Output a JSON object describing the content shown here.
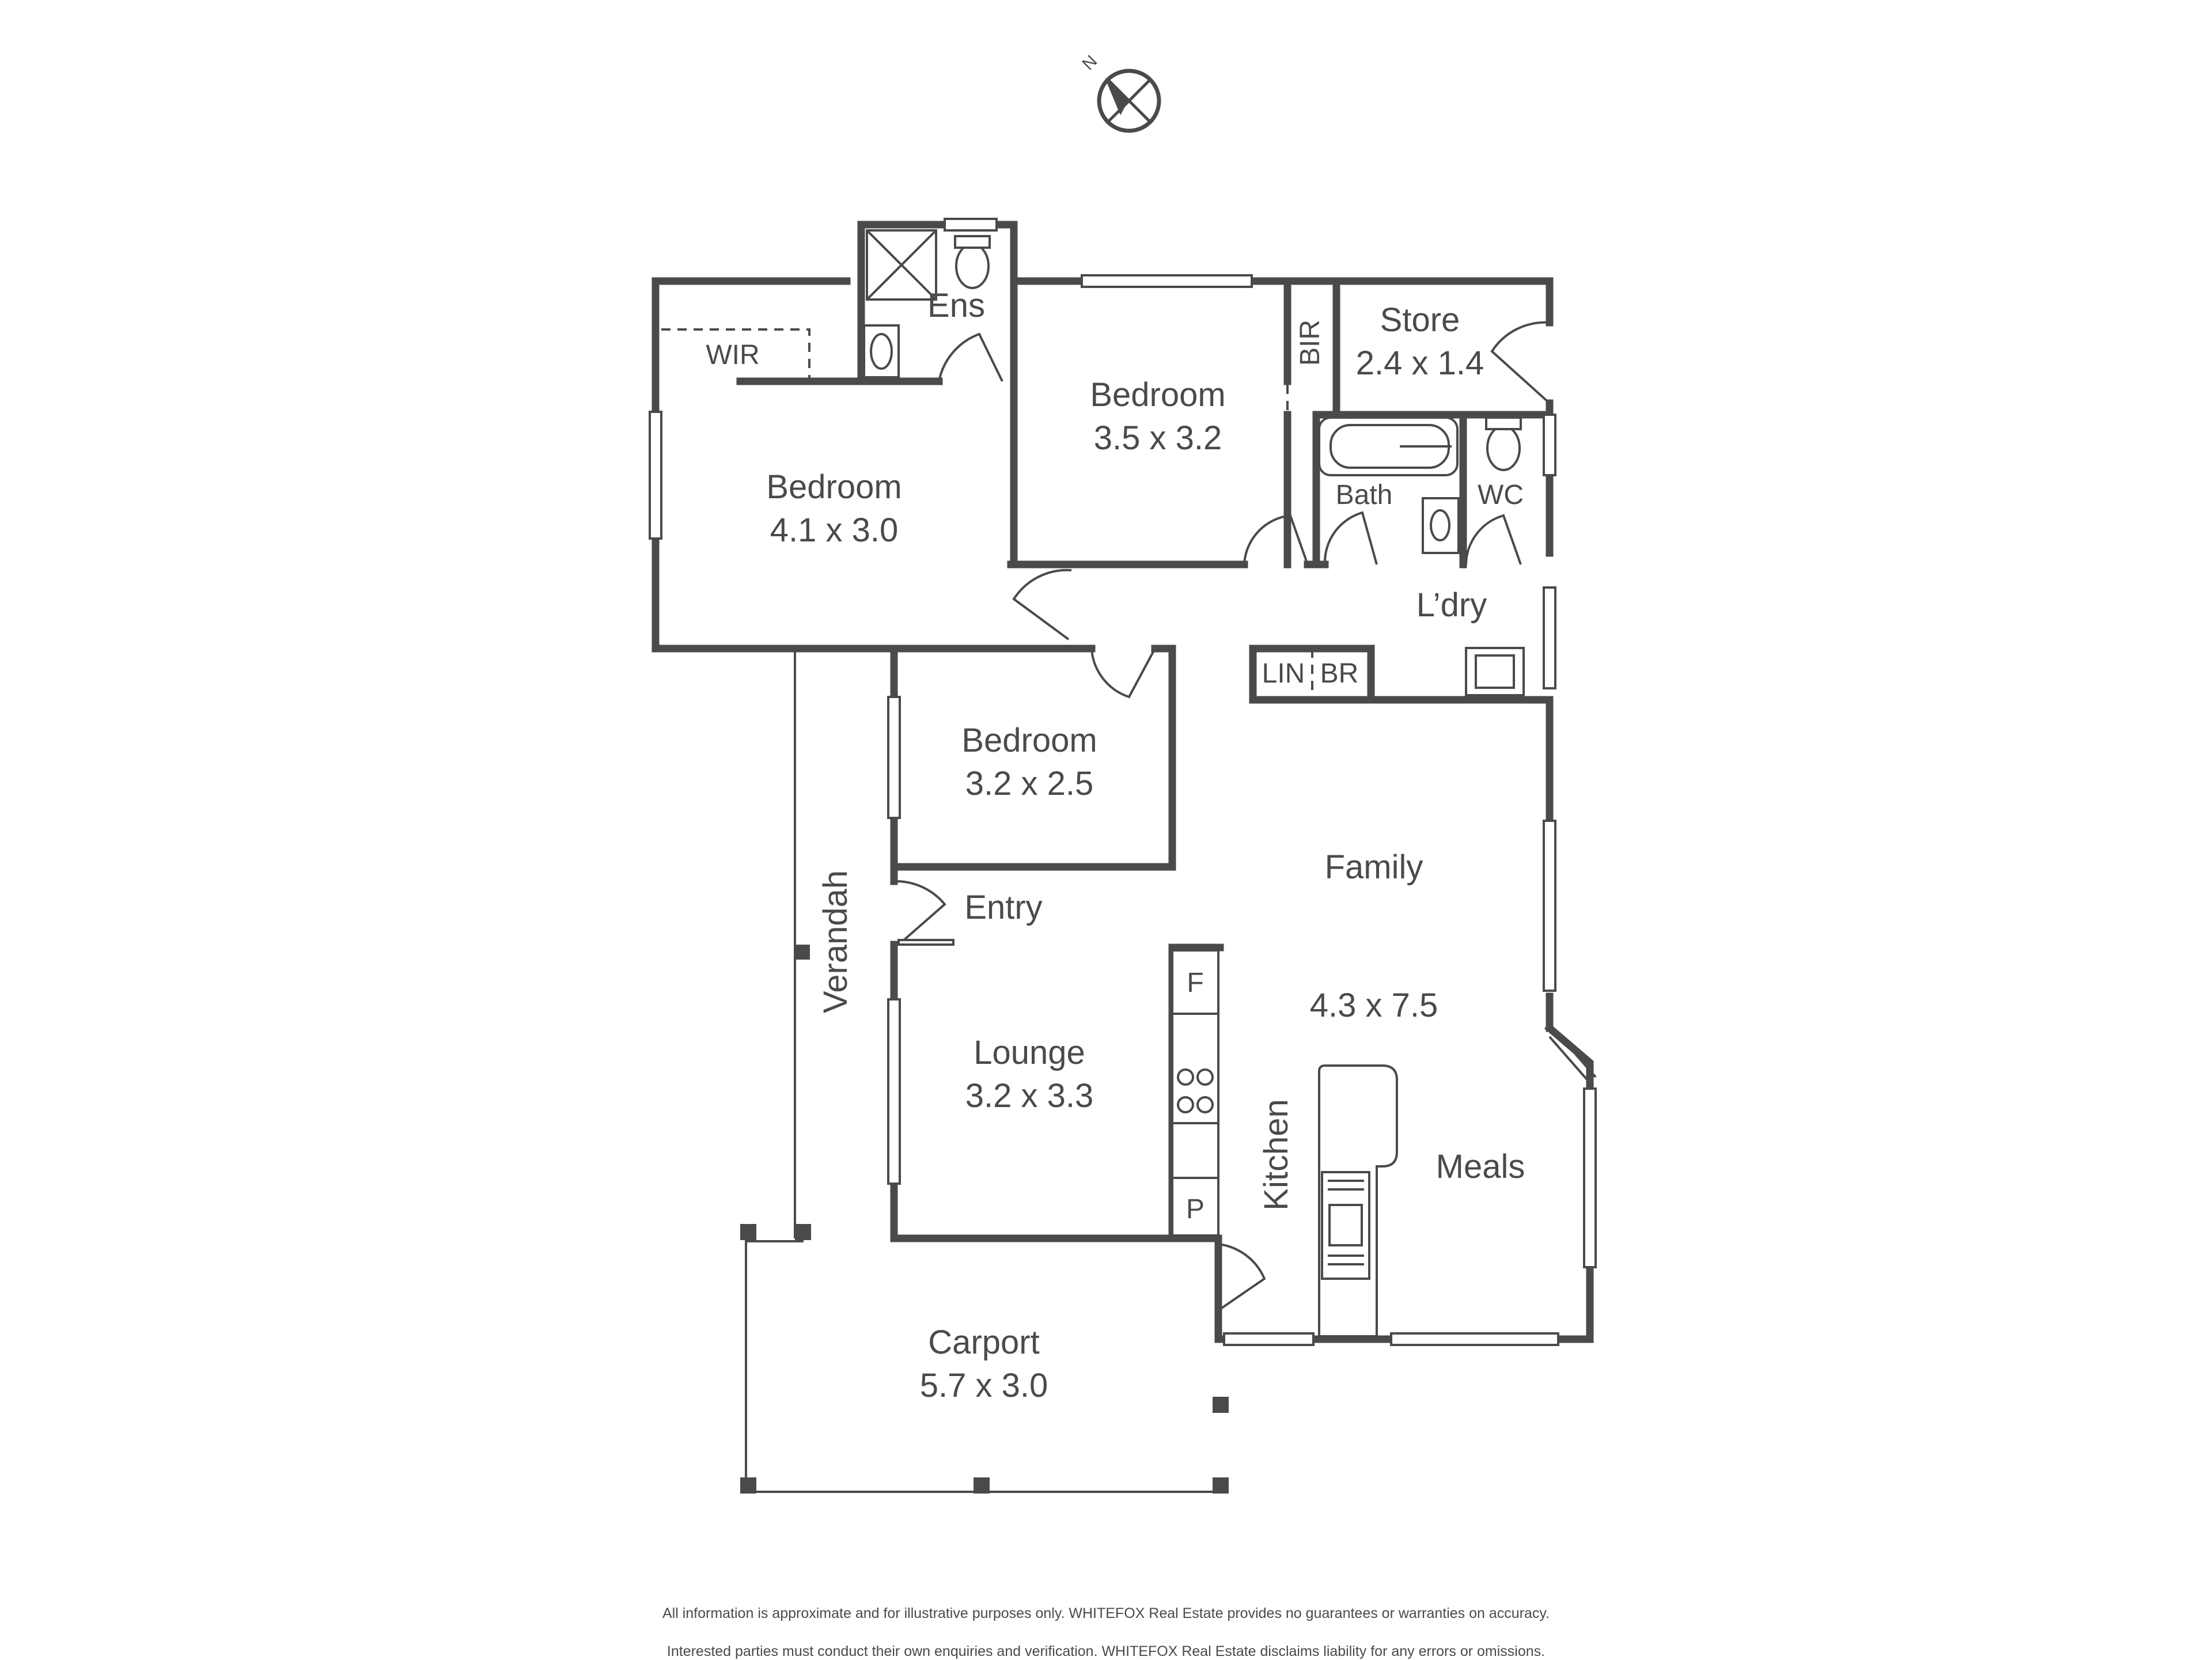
{
  "compass": {
    "north_label": "N"
  },
  "rooms": {
    "bedroom1": {
      "name": "Bedroom",
      "dims": "4.1 x 3.0"
    },
    "wir": {
      "name": "WIR"
    },
    "ens": {
      "name": "Ens"
    },
    "bedroom2": {
      "name": "Bedroom",
      "dims": "3.5 x 3.2"
    },
    "bir": {
      "name": "BIR"
    },
    "store": {
      "name": "Store",
      "dims": "2.4 x 1.4"
    },
    "bath": {
      "name": "Bath"
    },
    "wc": {
      "name": "WC"
    },
    "ldry": {
      "name": "L’dry"
    },
    "lin": {
      "name": "LIN"
    },
    "br": {
      "name": "BR"
    },
    "bedroom3": {
      "name": "Bedroom",
      "dims": "3.2 x 2.5"
    },
    "family": {
      "name": "Family",
      "dims": "4.3 x 7.5"
    },
    "entry": {
      "name": "Entry"
    },
    "verandah": {
      "name": "Verandah"
    },
    "lounge": {
      "name": "Lounge",
      "dims": "3.2 x 3.3"
    },
    "fridge": {
      "name": "F"
    },
    "pantry": {
      "name": "P"
    },
    "kitchen": {
      "name": "Kitchen"
    },
    "meals": {
      "name": "Meals"
    },
    "carport": {
      "name": "Carport",
      "dims": "5.7 x 3.0"
    }
  },
  "disclaimer": {
    "line1": "All information is approximate and for illustrative purposes only. WHITEFOX Real Estate provides no guarantees or warranties on accuracy.",
    "line2": "Interested parties must conduct their own enquiries and verification. WHITEFOX Real Estate disclaims liability for any errors or omissions."
  },
  "colors": {
    "line": "#4a4a4c",
    "background": "#ffffff"
  }
}
